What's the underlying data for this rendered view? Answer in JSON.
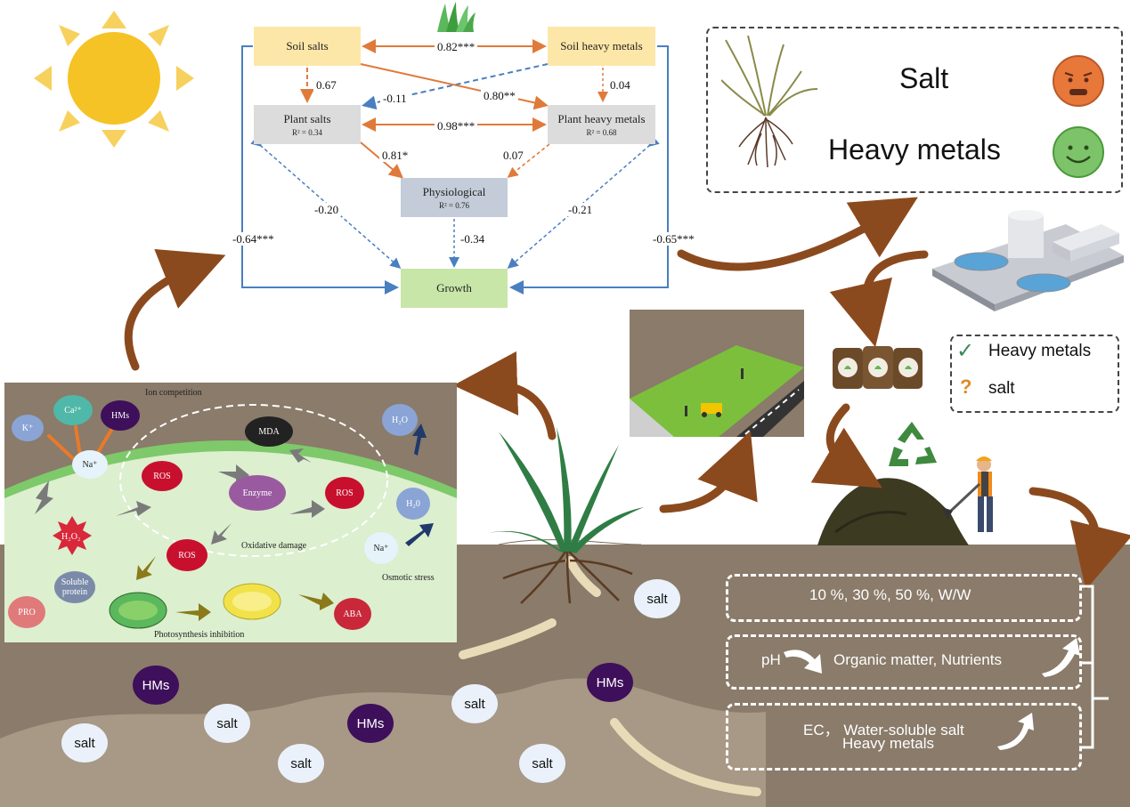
{
  "sem": {
    "soil_salts": "Soil salts",
    "soil_hm": "Soil heavy metals",
    "plant_salts": "Plant salts",
    "plant_salts_r2": "R² = 0.34",
    "plant_hm": "Plant heavy metals",
    "plant_hm_r2": "R² = 0.68",
    "physio": "Physiological",
    "physio_r2": "R² = 0.76",
    "growth": "Growth",
    "paths": {
      "ss_shm": "0.82***",
      "ss_ps": "0.67",
      "shm_ps": "-0.11",
      "ss_phm": "0.80**",
      "shm_phm": "0.04",
      "ps_phm": "0.98***",
      "ps_phy": "0.81*",
      "phm_phy": "0.07",
      "ps_gr": "-0.20",
      "phm_gr": "-0.21",
      "phy_gr": "-0.34",
      "ss_gr": "-0.64***",
      "shm_gr": "-0.65***"
    }
  },
  "legend": {
    "salt": "Salt",
    "hm": "Heavy metals"
  },
  "small_legend": {
    "hm": "Heavy metals",
    "salt": "salt"
  },
  "cell": {
    "ion_competition": "Ion competition",
    "k": "K⁺",
    "ca": "Ca²⁺",
    "hms": "HMs",
    "na1": "Na⁺",
    "h2o2": "H₂O₂",
    "ros1": "ROS",
    "enzyme": "Enzyme",
    "mda": "MDA",
    "ros2": "ROS",
    "ros3": "ROS",
    "oxidative": "Oxidative damage",
    "h2o1": "H₂O",
    "h2o2b": "H₂0",
    "na2": "Na⁺",
    "osmotic": "Osmotic stress",
    "soluble": "Soluble protein",
    "pro": "PRO",
    "aba": "ABA",
    "photo": "Photosynthesis inhibition"
  },
  "treatments": {
    "row1": "10 %, 30 %, 50 %, W/W",
    "row2_a": "pH",
    "row2_b": "Organic matter, Nutrients",
    "row3_a": "EC， Water-soluble salt",
    "row3_b": "Heavy metals"
  },
  "soil_labels": {
    "salt": "salt",
    "hms": "HMs"
  },
  "colors": {
    "soil_dark": "#8a7b6a",
    "soil_light": "#a89886",
    "arrow_brown": "#8b4a1e",
    "path_blue": "#4a7fc0",
    "path_orange": "#e07a3a"
  }
}
